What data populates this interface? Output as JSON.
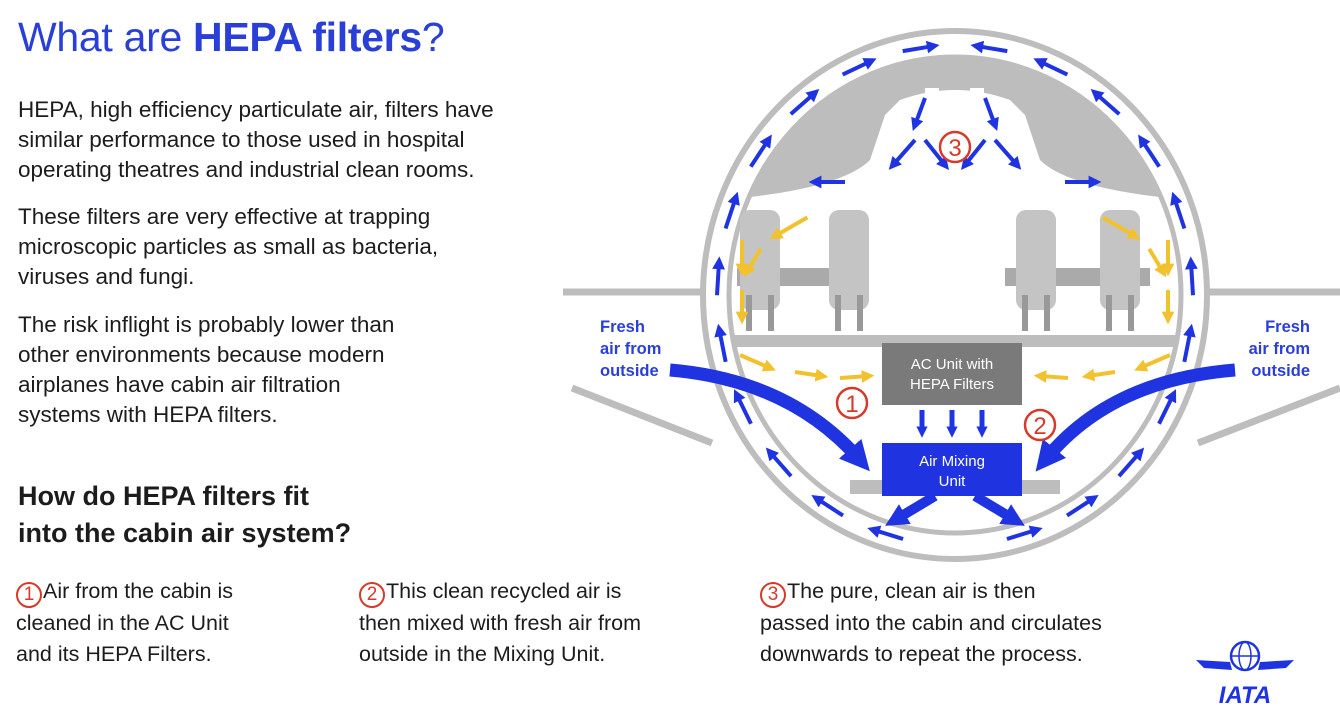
{
  "title": {
    "prefix": "What are ",
    "bold": "HEPA filters",
    "suffix": "?"
  },
  "paragraphs": [
    [
      "HEPA, high efficiency particulate air, filters have",
      "similar performance to those used in hospital",
      "operating theatres and industrial clean rooms."
    ],
    [
      "These filters are very effective at trapping",
      "microscopic particles as small as bacteria,",
      "viruses and fungi."
    ],
    [
      "The risk inflight is probably lower than",
      "other environments because modern",
      "airplanes have cabin air filtration",
      "systems with HEPA filters."
    ]
  ],
  "subheading": [
    "How do HEPA filters fit",
    "into the cabin air system?"
  ],
  "steps": [
    {
      "number": "1",
      "lines": [
        "Air from the cabin is",
        "cleaned in the AC Unit",
        "and its HEPA Filters."
      ]
    },
    {
      "number": "2",
      "lines": [
        "This clean recycled air is",
        "then mixed with fresh air from",
        "outside in the Mixing Unit."
      ]
    },
    {
      "number": "3",
      "lines": [
        "The pure, clean air is then",
        "passed into the cabin and circulates",
        "downwards to repeat the process."
      ]
    }
  ],
  "diagram": {
    "fresh_air_left": [
      "Fresh",
      "air from",
      "outside"
    ],
    "fresh_air_right": [
      "Fresh",
      "air from",
      "outside"
    ],
    "ac_unit": [
      "AC Unit with",
      "HEPA Filters"
    ],
    "mixing_unit": [
      "Air Mixing",
      "Unit"
    ],
    "markers": [
      "1",
      "2",
      "3"
    ]
  },
  "logo": {
    "text": "IATA"
  },
  "colors": {
    "accent": "#2a3fd8",
    "flow_blue": "#1f34e0",
    "recirc_yellow": "#f2c12e",
    "marker_red": "#d63a2a",
    "structure_gray": "#bdbdbd"
  }
}
